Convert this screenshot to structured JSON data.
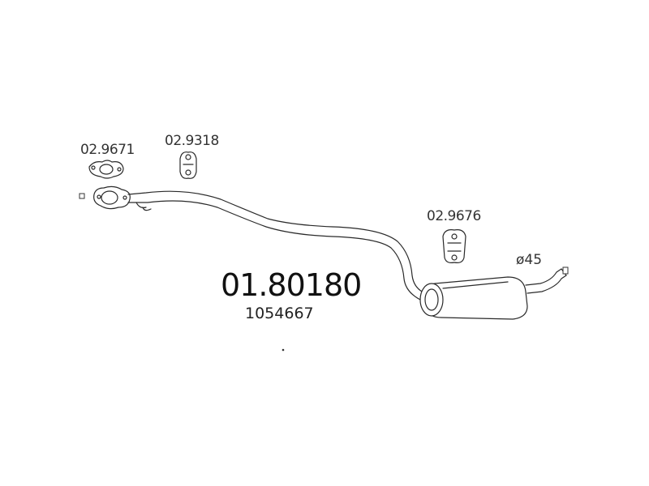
{
  "parts": {
    "gasket": {
      "code": "02.9671"
    },
    "front_hanger": {
      "code": "02.9318"
    },
    "rear_hanger": {
      "code": "02.9676"
    }
  },
  "main_part": {
    "code": "01.80180",
    "oem_code": "1054667"
  },
  "outlet": {
    "diameter_label": "ø45"
  }
}
